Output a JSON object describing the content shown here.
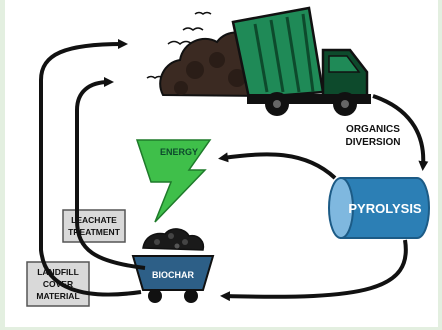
{
  "labels": {
    "organics_line1": "ORGANICS",
    "organics_line2": "DIVERSION",
    "energy": "ENERGY",
    "pyrolysis": "PYROLYSIS",
    "leachate_line1": "LEACHATE",
    "leachate_line2": "TREATMENT",
    "landfill_line1": "LANDFILL",
    "landfill_line2": "COVER",
    "landfill_line3": "MATERIAL",
    "biochar": "BIOCHAR"
  },
  "colors": {
    "truck_green": "#1f8a57",
    "truck_dark": "#0d4a2c",
    "energy_green": "#3fbf4a",
    "pyrolysis_blue": "#2c7fb5",
    "biochar_blue": "#2d5f87",
    "garbage_brown": "#3b2a22",
    "label_box": "#d9d9d9",
    "arrow": "#111111",
    "background": "#e3efe0"
  },
  "icons": [
    "garbage-truck-icon",
    "energy-bolt-icon",
    "pyrolysis-cylinder-icon",
    "biochar-cart-icon"
  ]
}
